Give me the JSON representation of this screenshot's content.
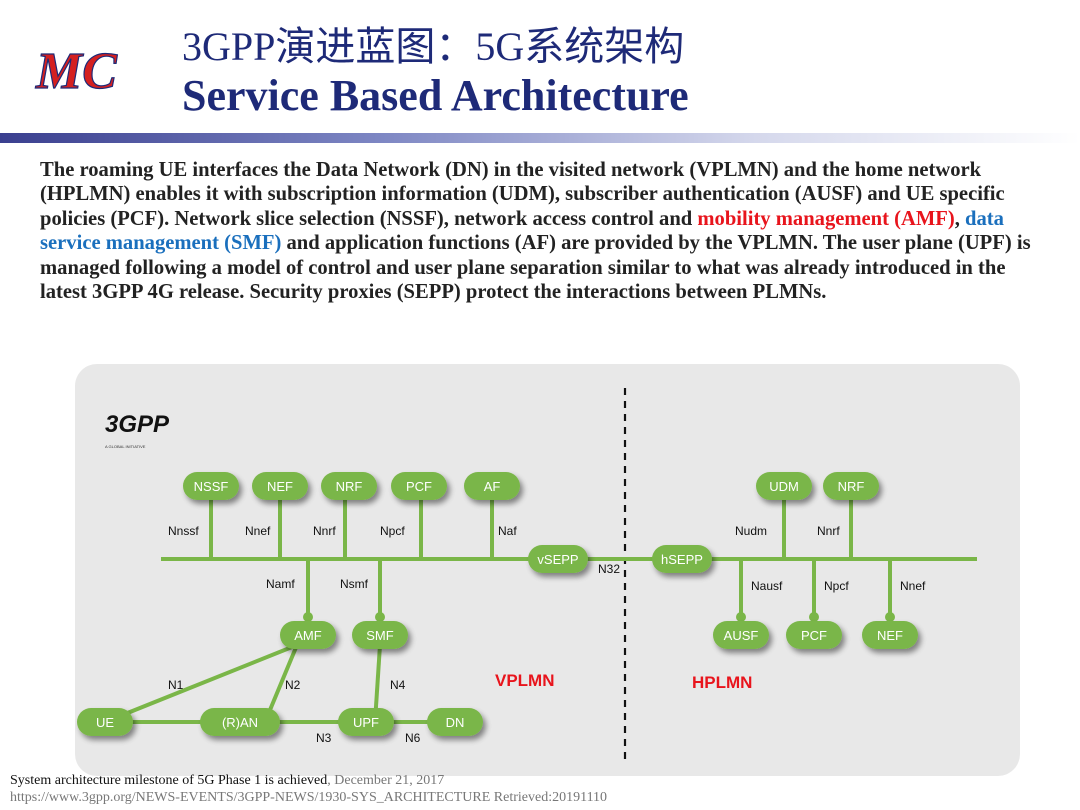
{
  "logo": {
    "text": "MC"
  },
  "title": {
    "zh": "3GPP演进蓝图：5G系统架构",
    "en": "Service Based Architecture"
  },
  "body": {
    "part1": "The roaming UE interfaces the Data Network (DN) in the visited network (VPLMN) and the home network (HPLMN) enables it with subscription information (UDM), subscriber authentication (AUSF) and UE specific policies (PCF). Network slice selection (NSSF), network access control and ",
    "highlight_red": "mobility management (AMF)",
    "sep": ", ",
    "highlight_blue": "data service management (SMF)",
    "part2": " and application functions (AF) are provided by the VPLMN. The user plane (UPF) is managed following a model of control and user plane separation similar to what was already introduced in the latest 3GPP 4G release. Security proxies (SEPP) protect the interactions between PLMNs."
  },
  "diagram": {
    "logo_text": "3GPP",
    "logo_sub": "A GLOBAL INITIATIVE",
    "green": "#7ab648",
    "red": "#e8141c",
    "nodes": {
      "nssf": "NSSF",
      "nef_v": "NEF",
      "nrf_v": "NRF",
      "pcf_v": "PCF",
      "af": "AF",
      "udm": "UDM",
      "nrf_h": "NRF",
      "vsepp": "vSEPP",
      "hsepp": "hSEPP",
      "amf": "AMF",
      "smf": "SMF",
      "ausf": "AUSF",
      "pcf_h": "PCF",
      "nef_h": "NEF",
      "ue": "UE",
      "ran": "(R)AN",
      "upf": "UPF",
      "dn": "DN"
    },
    "interfaces": {
      "nnssf": "Nnssf",
      "nnef_v": "Nnef",
      "nnrf_v": "Nnrf",
      "npcf_v": "Npcf",
      "naf": "Naf",
      "nudm": "Nudm",
      "nnrf_h": "Nnrf",
      "namf": "Namf",
      "nsmf": "Nsmf",
      "nausf": "Nausf",
      "npcf_h": "Npcf",
      "nnef_h": "Nnef",
      "n32": "N32",
      "n1": "N1",
      "n2": "N2",
      "n4": "N4",
      "n3": "N3",
      "n6": "N6"
    },
    "regions": {
      "vplmn": "VPLMN",
      "hplmn": "HPLMN"
    }
  },
  "footer": {
    "line1_main": "System architecture milestone of 5G Phase 1 is achieved",
    "line1_date": ", December 21, 2017",
    "line2": "https://www.3gpp.org/NEWS-EVENTS/3GPP-NEWS/1930-SYS_ARCHITECTURE  Retrieved:20191110"
  }
}
